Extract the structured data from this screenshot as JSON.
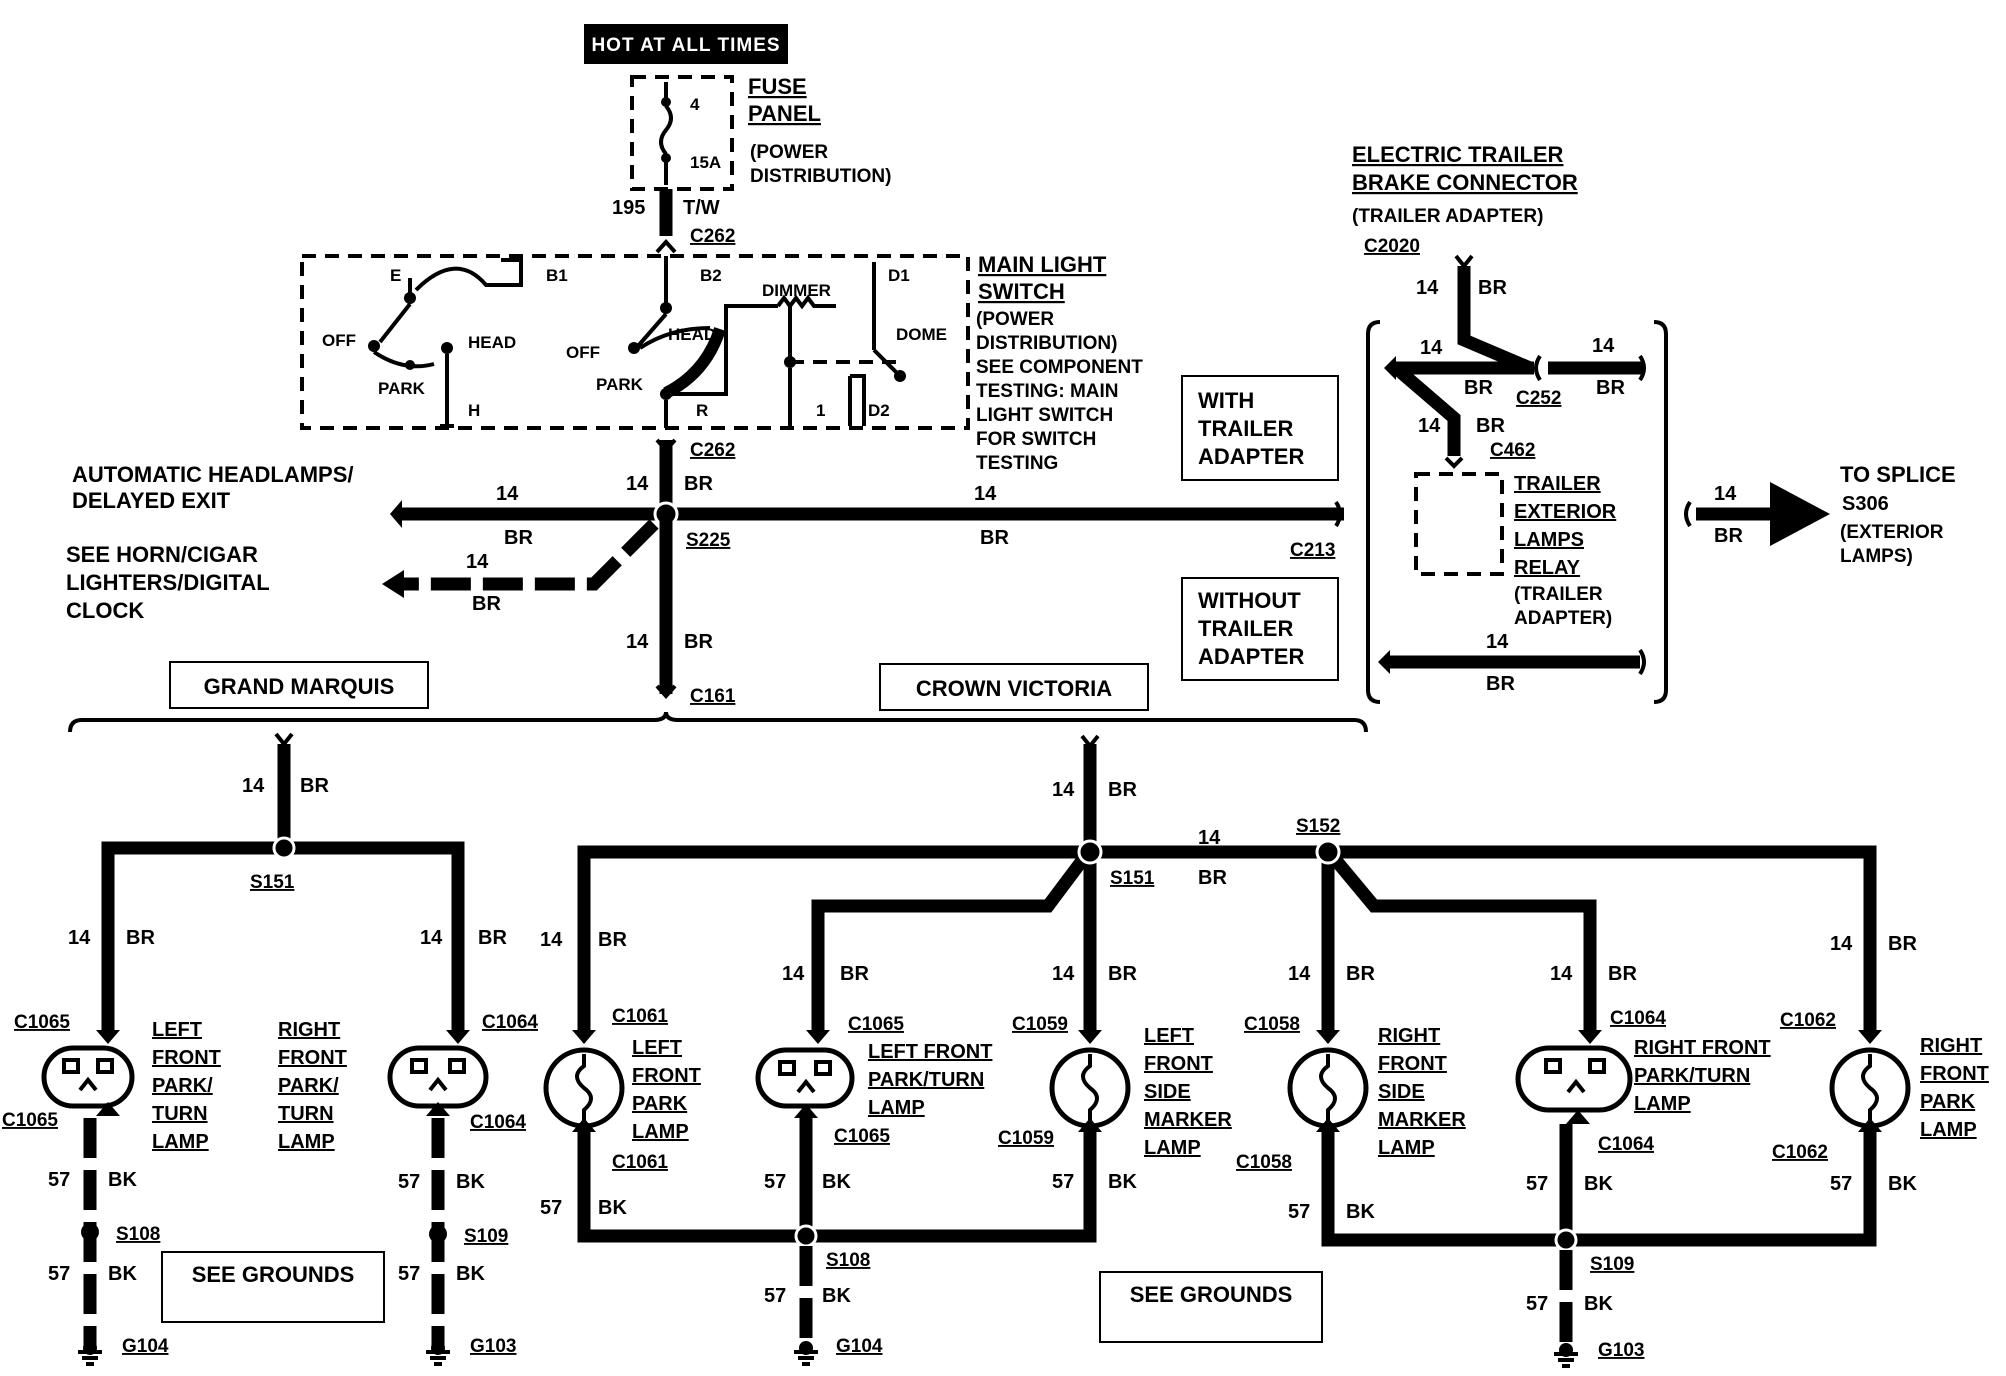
{
  "power": {
    "hot_at_all_times": "HOT AT ALL TIMES"
  },
  "fuse_panel": {
    "title_line1": "FUSE",
    "title_line2": "PANEL",
    "note_line1": "(POWER",
    "note_line2": "DISTRIBUTION)",
    "fuse_number": "4",
    "fuse_rating": "15A"
  },
  "feed_wire": {
    "circuit": "195",
    "color": "T/W"
  },
  "main_light_switch": {
    "title_line1": "MAIN LIGHT",
    "title_line2": "SWITCH",
    "note_lines": [
      "(POWER",
      "DISTRIBUTION)",
      "SEE COMPONENT",
      "TESTING: MAIN",
      "LIGHT SWITCH",
      "FOR SWITCH",
      "TESTING"
    ],
    "terminals": {
      "e": "E",
      "b1": "B1",
      "b2": "B2",
      "d1": "D1",
      "h": "H",
      "r": "R",
      "one": "1",
      "d2": "D2"
    },
    "positions": {
      "off_left": "OFF",
      "head_left": "HEAD",
      "park_left": "PARK",
      "off_right": "OFF",
      "head_right": "HEAD",
      "park_right": "PARK",
      "dimmer": "DIMMER",
      "dome": "DOME"
    }
  },
  "connectors": {
    "c262": "C262",
    "c161": "C161",
    "c213": "C213",
    "c2020": "C2020",
    "c252": "C252",
    "c462": "C462",
    "c1065": "C1065",
    "c1064": "C1064",
    "c1061": "C1061",
    "c1059": "C1059",
    "c1058": "C1058",
    "c1062": "C1062"
  },
  "splices": {
    "s225": "S225",
    "s151": "S151",
    "s152": "S152",
    "s108": "S108",
    "s109": "S109",
    "s306": "S306"
  },
  "grounds": {
    "g104": "G104",
    "g103": "G103"
  },
  "wire_labels": {
    "gauge14": "14",
    "br": "BR",
    "gauge57": "57",
    "bk": "BK"
  },
  "left_destinations": {
    "auto_headlamps_line1": "AUTOMATIC HEADLAMPS/",
    "auto_headlamps_line2": "DELAYED EXIT",
    "horn_line1": "SEE HORN/CIGAR",
    "horn_line2": "LIGHTERS/DIGITAL",
    "horn_line3": "CLOCK"
  },
  "trailer": {
    "title_line1": "ELECTRIC  TRAILER",
    "title_line2": "BRAKE CONNECTOR",
    "note": "(TRAILER ADAPTER)",
    "with_adapter": [
      "WITH",
      "TRAILER",
      "ADAPTER"
    ],
    "without_adapter": [
      "WITHOUT",
      "TRAILER",
      "ADAPTER"
    ],
    "relay_lines": [
      "TRAILER",
      "EXTERIOR",
      "LAMPS",
      "RELAY"
    ],
    "relay_note": [
      "(TRAILER",
      "ADAPTER)"
    ],
    "to_splice": [
      "TO SPLICE",
      "S306",
      "(EXTERIOR",
      "LAMPS)"
    ]
  },
  "models": {
    "grand_marquis": "GRAND MARQUIS",
    "crown_victoria": "CROWN VICTORIA"
  },
  "lamps": {
    "gm_left_front": [
      "LEFT",
      "FRONT",
      "PARK/",
      "TURN",
      "LAMP"
    ],
    "gm_right_front": [
      "RIGHT",
      "FRONT",
      "PARK/",
      "TURN",
      "LAMP"
    ],
    "cv_left_front_park": [
      "LEFT",
      "FRONT",
      "PARK",
      "LAMP"
    ],
    "cv_left_front_park_turn": [
      "LEFT FRONT",
      "PARK/TURN",
      "LAMP"
    ],
    "cv_left_side_marker": [
      "LEFT",
      "FRONT",
      "SIDE",
      "MARKER",
      "LAMP"
    ],
    "cv_right_side_marker": [
      "RIGHT",
      "FRONT",
      "SIDE",
      "MARKER",
      "LAMP"
    ],
    "cv_right_front_park_turn": [
      "RIGHT FRONT",
      "PARK/TURN",
      "LAMP"
    ],
    "cv_right_front_park": [
      "RIGHT",
      "FRONT",
      "PARK",
      "LAMP"
    ]
  },
  "see_grounds": "SEE GROUNDS"
}
